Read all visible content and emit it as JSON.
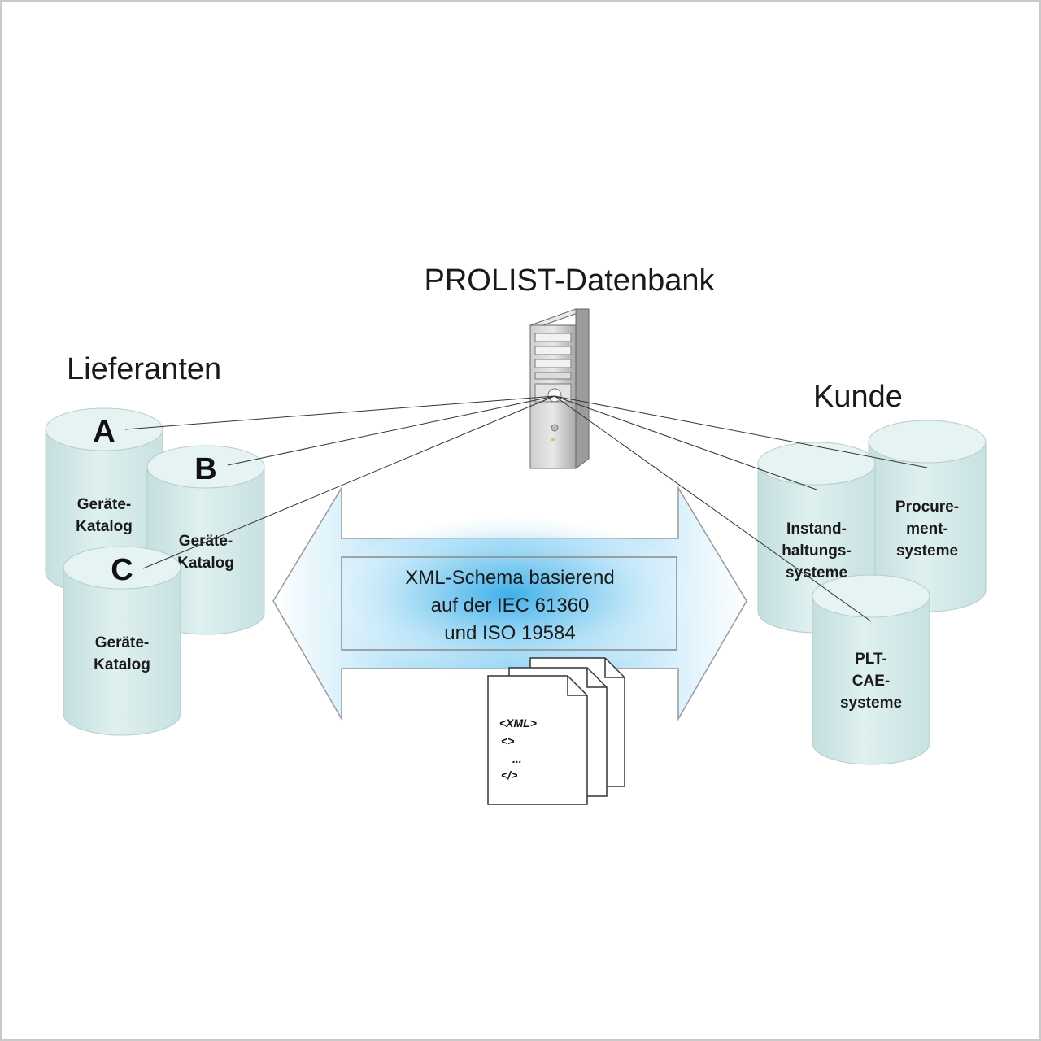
{
  "database": {
    "title": "PROLIST-Datenbank",
    "icon": "server-tower-icon"
  },
  "suppliers": {
    "heading": "Lieferanten",
    "items": [
      {
        "letter": "A",
        "label": [
          "Geräte-",
          "Katalog"
        ]
      },
      {
        "letter": "B",
        "label": [
          "Geräte-",
          "Katalog"
        ]
      },
      {
        "letter": "C",
        "label": [
          "Geräte-",
          "Katalog"
        ]
      }
    ]
  },
  "customer": {
    "heading": "Kunde",
    "items": [
      {
        "label": [
          "Instand-",
          "haltungs-",
          "systeme"
        ]
      },
      {
        "label": [
          "Procure-",
          "ment-",
          "systeme"
        ]
      },
      {
        "label": [
          "PLT-",
          "CAE-",
          "systeme"
        ]
      }
    ]
  },
  "exchange": {
    "lines": [
      "XML-Schema basierend",
      "auf der IEC 61360",
      "und ISO 19584"
    ],
    "document": {
      "lines": [
        "<XML>",
        "<>",
        "...",
        "</>"
      ],
      "icon": "xml-documents-icon"
    }
  },
  "colors": {
    "cylinder_fill": "#d6ebeb",
    "cylinder_top": "#e6f3f3",
    "arrow_blue": "#4fb8ec",
    "line": "#333333"
  }
}
